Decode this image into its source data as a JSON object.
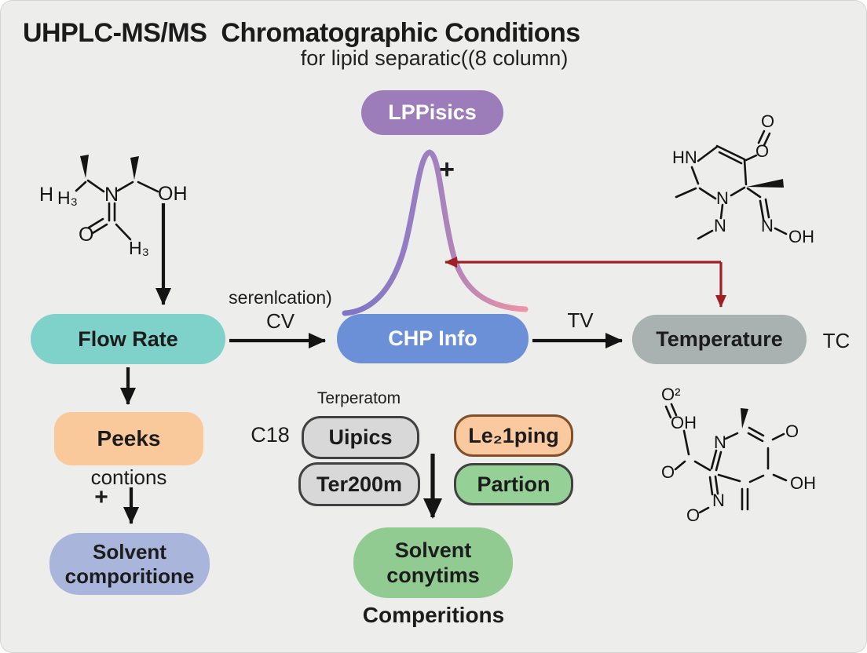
{
  "title": {
    "brand": "UHPLC-MS/MS",
    "main": "Chromatographic Conditions",
    "subtitle": "for lipid separatic((8 column)"
  },
  "nodes": {
    "lppisics": {
      "label": "LPPisics",
      "color": "#9d7cba"
    },
    "flow_rate": {
      "label": "Flow Rate",
      "color": "#7fd2c9"
    },
    "chp_info": {
      "label": "CHP Info",
      "color": "#6c90d8"
    },
    "temperature": {
      "label": "Temperature",
      "color": "#a9b2b1"
    },
    "peeks": {
      "label": "Peeks",
      "color": "#f9c89b"
    },
    "solvent_comporitione": {
      "line1": "Solvent",
      "line2": "comporitione",
      "color": "#a9b5db"
    },
    "uipics": {
      "label": "Uipics",
      "color": "#d8d8d8"
    },
    "ter200m": {
      "label": "Ter200m",
      "color": "#d8d8d8"
    },
    "le21ping": {
      "label": "Le₂1ping",
      "color": "#fbc9a0"
    },
    "partion": {
      "label": "Partion",
      "color": "#95d096"
    },
    "solvent_conytims": {
      "line1": "Solvent",
      "line2": "conytims",
      "color": "#91cb91"
    }
  },
  "edge_labels": {
    "flow_to_chp_line1": "serenlcation)",
    "flow_to_chp_line2": "CV",
    "chp_to_temp": "TV",
    "temp_suffix": "TC"
  },
  "annotations": {
    "plus_peak": "+",
    "plus_left": "+",
    "contions": "contions",
    "terperatom": "Terperatom",
    "c18": "C18",
    "comperitions": "Comperitions"
  },
  "peak": {
    "gradient_left": "#7d75c6",
    "gradient_right": "#ef93a6"
  },
  "connector_color": "#9e2026",
  "molecules": {
    "left": {
      "atoms": [
        "H",
        "H₃",
        "N",
        "OH",
        "O",
        "H₃"
      ]
    },
    "top_right": {
      "atoms": [
        "O",
        "O",
        "HN",
        "N",
        "N",
        "OH",
        "N"
      ]
    },
    "bottom_right": {
      "atoms": [
        "O²",
        "OH",
        "O",
        "N",
        "O",
        "OH",
        "N",
        "O"
      ]
    }
  }
}
